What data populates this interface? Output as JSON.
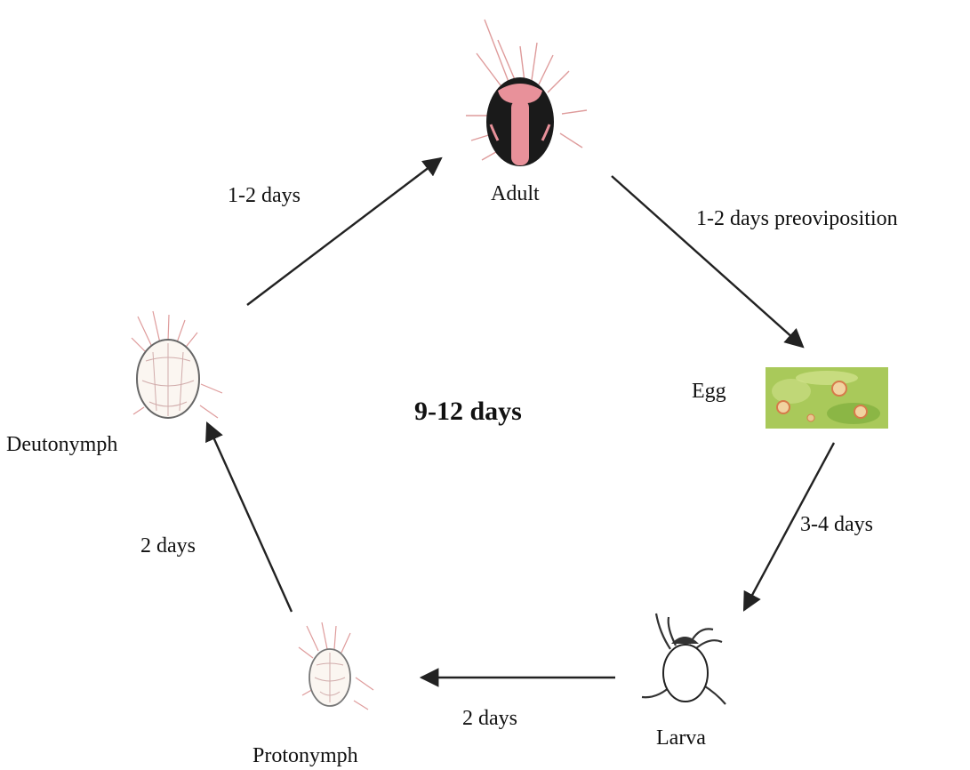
{
  "center_label": "9-12 days",
  "stages": {
    "adult": "Adult",
    "egg": "Egg",
    "larva": "Larva",
    "protonymph": "Protonymph",
    "deutonymph": "Deutonymph"
  },
  "transitions": {
    "adult_to_egg": "1-2 days preoviposition",
    "egg_to_larva": "3-4 days",
    "larva_to_protonymph": "2 days",
    "protonymph_to_deutonymph": "2 days",
    "deutonymph_to_adult": "1-2 days"
  },
  "colors": {
    "arrow": "#222222",
    "mite_red": "#c0392b",
    "adult_body": "#1a1a1a",
    "adult_stripe": "#e8919a",
    "leaf_green": "#9cc34a"
  }
}
